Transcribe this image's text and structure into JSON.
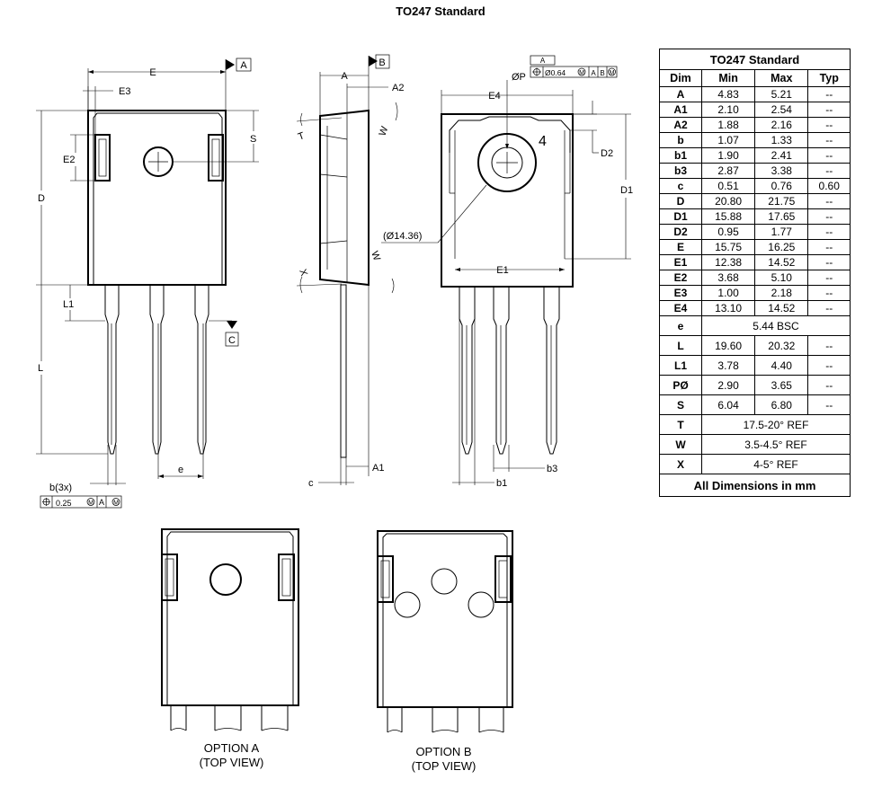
{
  "title": "TO247 Standard",
  "labels": {
    "E": "E",
    "E3": "E3",
    "E2": "E2",
    "D": "D",
    "S": "S",
    "L1": "L1",
    "L": "L",
    "C": "C",
    "A_ref": "A",
    "B_ref": "B",
    "e": "e",
    "b3x": "b(3x)",
    "tol_b": "0.25",
    "A": "A",
    "A2": "A2",
    "A1": "A1",
    "c": "c",
    "T": "T",
    "W": "W",
    "X": "X",
    "E4": "E4",
    "P": "ØP",
    "tol_p": "Ø0.64",
    "dia": "(Ø14.36)",
    "four": "4",
    "D2": "D2",
    "D1": "D1",
    "E1": "E1",
    "b1": "b1",
    "b3": "b3",
    "M": "M",
    "datumA": "A",
    "datumB": "B"
  },
  "table": {
    "title": "TO247 Standard",
    "headers": [
      "Dim",
      "Min",
      "Max",
      "Typ"
    ],
    "rows": [
      {
        "dim": "A",
        "min": "4.83",
        "max": "5.21",
        "typ": "--"
      },
      {
        "dim": "A1",
        "min": "2.10",
        "max": "2.54",
        "typ": "--"
      },
      {
        "dim": "A2",
        "min": "1.88",
        "max": "2.16",
        "typ": "--"
      },
      {
        "dim": "b",
        "min": "1.07",
        "max": "1.33",
        "typ": "--"
      },
      {
        "dim": "b1",
        "min": "1.90",
        "max": "2.41",
        "typ": "--"
      },
      {
        "dim": "b3",
        "min": "2.87",
        "max": "3.38",
        "typ": "--"
      },
      {
        "dim": "c",
        "min": "0.51",
        "max": "0.76",
        "typ": "0.60"
      },
      {
        "dim": "D",
        "min": "20.80",
        "max": "21.75",
        "typ": "--"
      },
      {
        "dim": "D1",
        "min": "15.88",
        "max": "17.65",
        "typ": "--"
      },
      {
        "dim": "D2",
        "min": "0.95",
        "max": "1.77",
        "typ": "--"
      },
      {
        "dim": "E",
        "min": "15.75",
        "max": "16.25",
        "typ": "--"
      },
      {
        "dim": "E1",
        "min": "12.38",
        "max": "14.52",
        "typ": "--"
      },
      {
        "dim": "E2",
        "min": "3.68",
        "max": "5.10",
        "typ": "--"
      },
      {
        "dim": "E3",
        "min": "1.00",
        "max": "2.18",
        "typ": "--"
      },
      {
        "dim": "E4",
        "min": "13.10",
        "max": "14.52",
        "typ": "--"
      }
    ],
    "e_row": {
      "dim": "e",
      "value": "5.44 BSC"
    },
    "rows2": [
      {
        "dim": "L",
        "min": "19.60",
        "max": "20.32",
        "typ": "--"
      },
      {
        "dim": "L1",
        "min": "3.78",
        "max": "4.40",
        "typ": "--"
      },
      {
        "dim": "PØ",
        "min": "2.90",
        "max": "3.65",
        "typ": "--"
      },
      {
        "dim": "S",
        "min": "6.04",
        "max": "6.80",
        "typ": "--"
      }
    ],
    "ref_rows": [
      {
        "dim": "T",
        "value": "17.5-20° REF"
      },
      {
        "dim": "W",
        "value": "3.5-4.5° REF"
      },
      {
        "dim": "X",
        "value": "4-5° REF"
      }
    ],
    "footer": "All Dimensions in mm"
  },
  "option_a": {
    "line1": "OPTION A",
    "line2": "(TOP VIEW)"
  },
  "option_b": {
    "line1": "OPTION B",
    "line2": "(TOP VIEW)"
  }
}
